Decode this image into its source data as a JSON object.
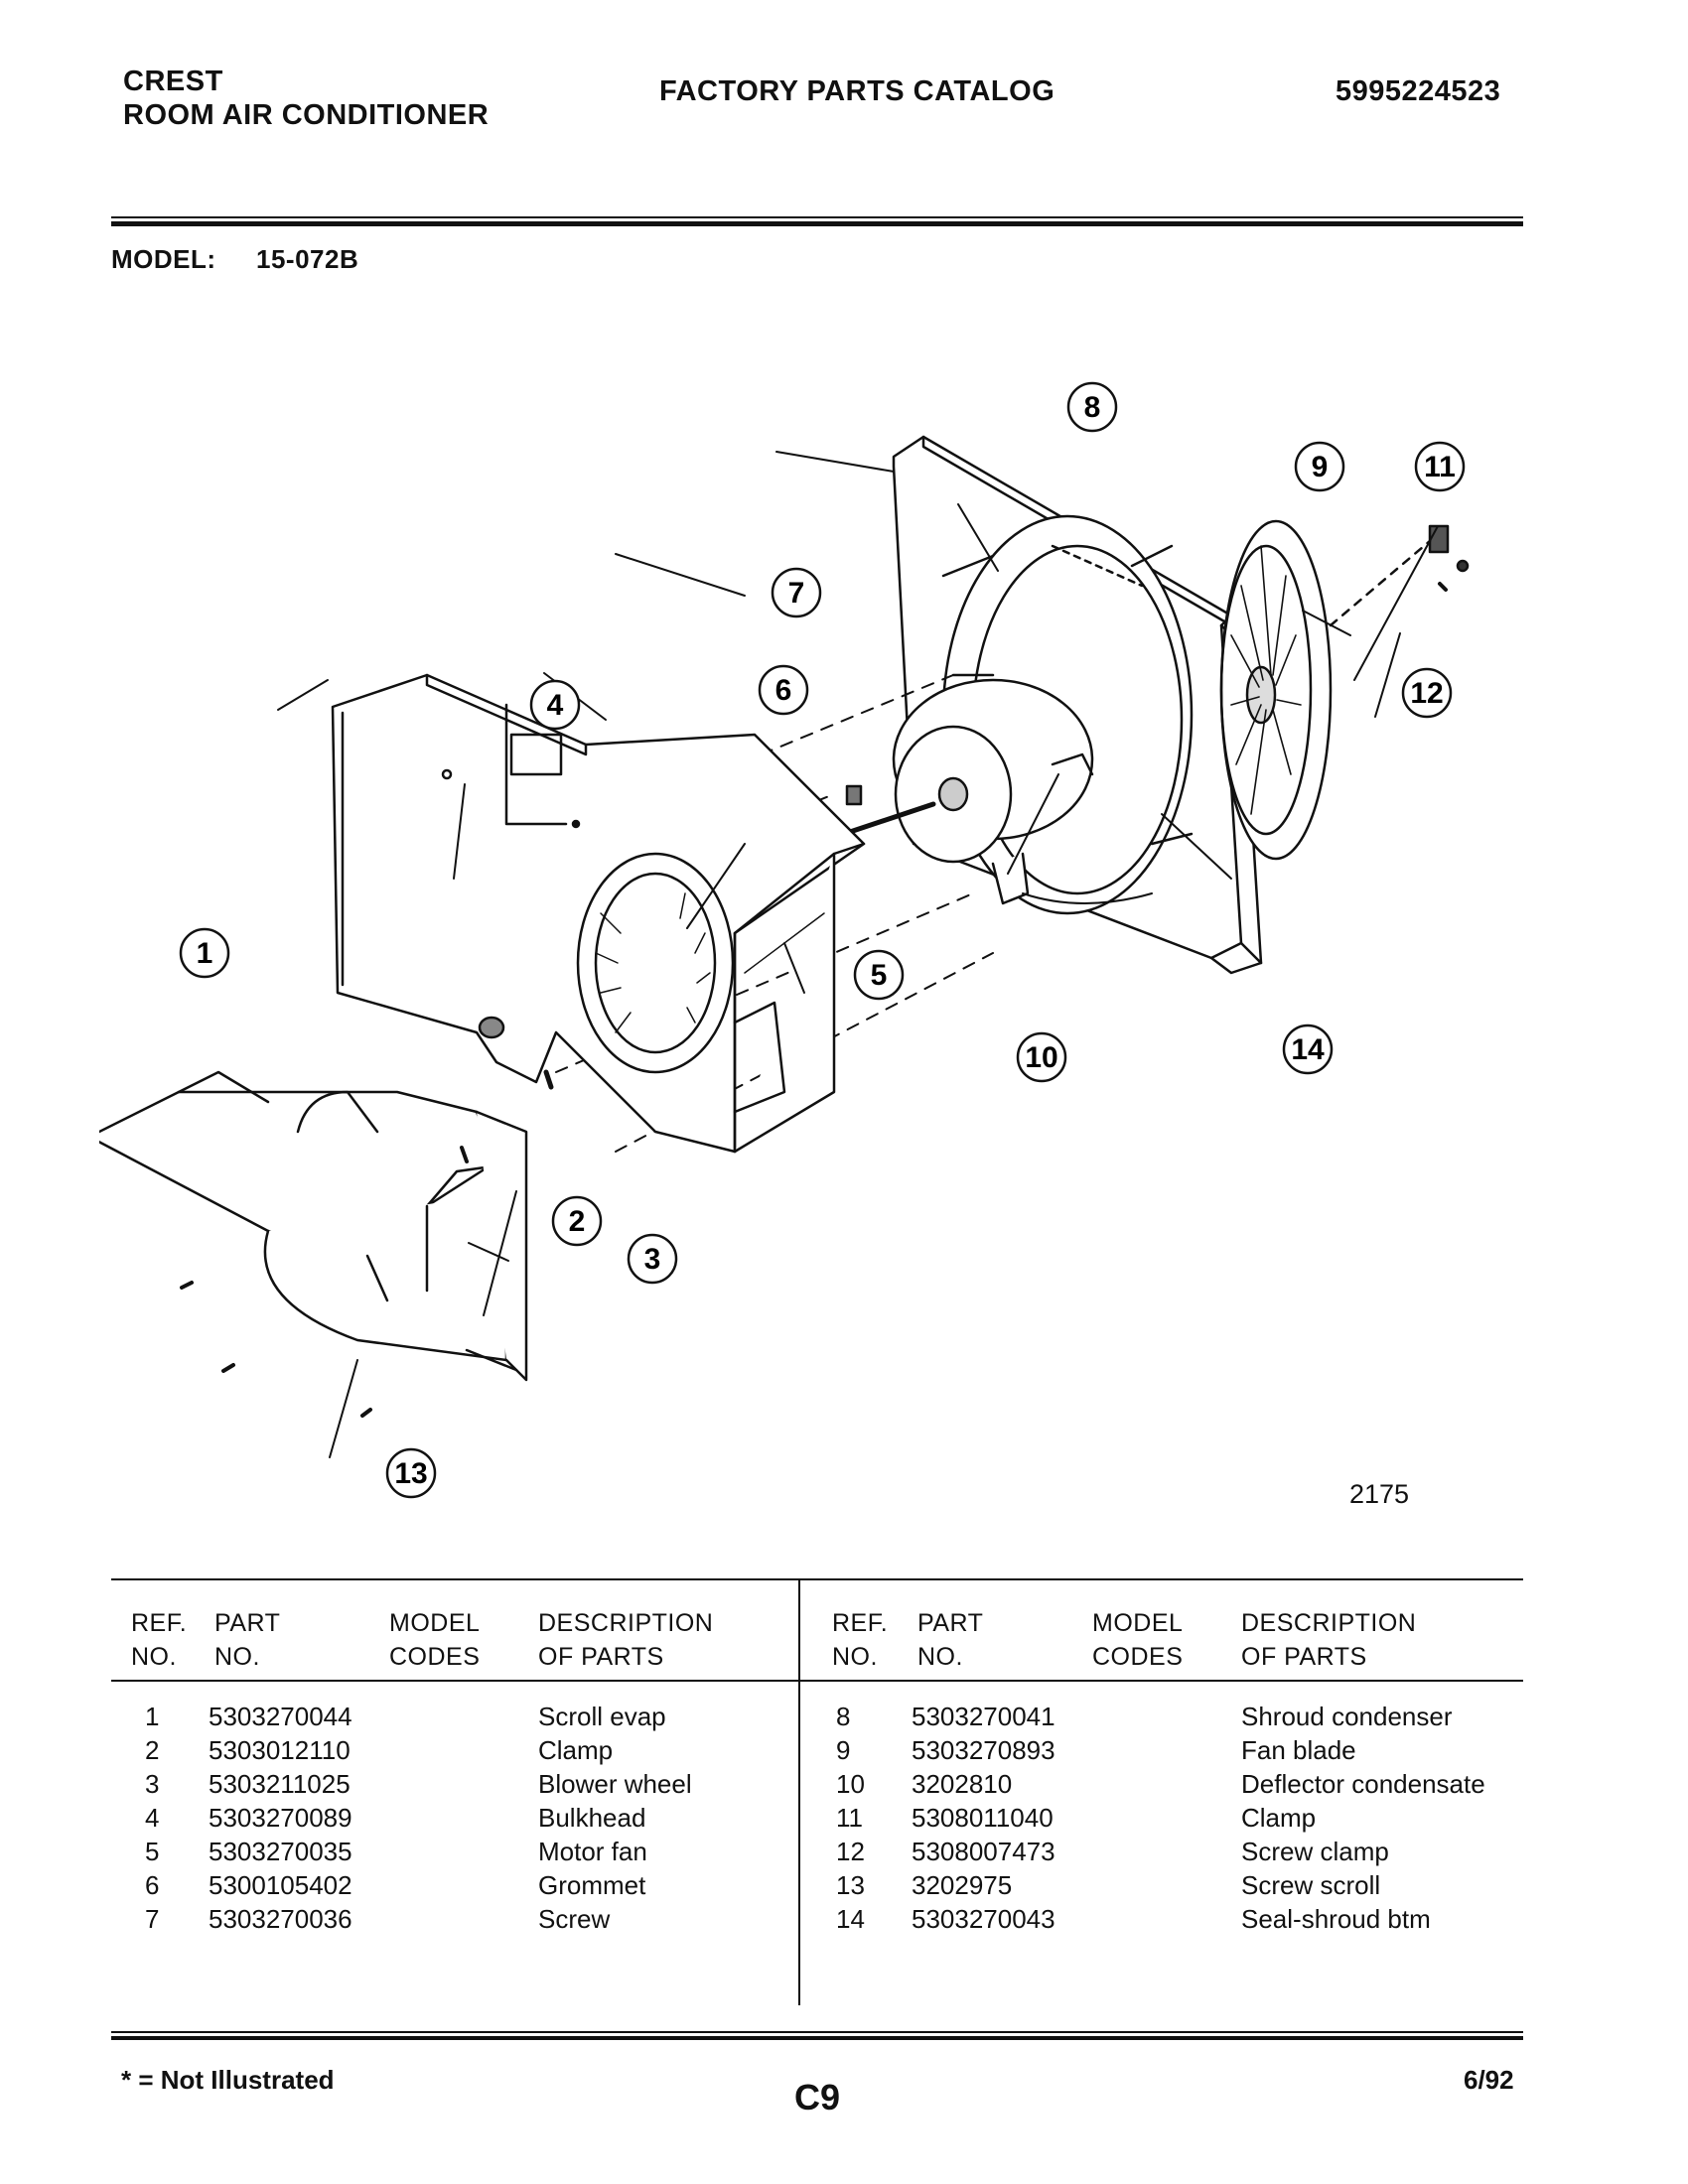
{
  "header": {
    "brand": "CREST",
    "product": "ROOM AIR CONDITIONER",
    "catalog_title": "FACTORY PARTS CATALOG",
    "catalog_number": "5995224523"
  },
  "model": {
    "label": "MODEL:",
    "value": "15-072B"
  },
  "diagram": {
    "figure_number": "2175",
    "callouts": [
      "1",
      "2",
      "3",
      "4",
      "5",
      "6",
      "7",
      "8",
      "9",
      "10",
      "11",
      "12",
      "13",
      "14"
    ]
  },
  "table": {
    "headers": {
      "ref_line1": "REF.",
      "ref_line2": "NO.",
      "part_line1": "PART",
      "part_line2": "NO.",
      "model_line1": "MODEL",
      "model_line2": "CODES",
      "desc_line1": "DESCRIPTION",
      "desc_line2": "OF PARTS"
    },
    "left_rows": [
      {
        "ref": "1",
        "part": "5303270044",
        "code": "",
        "desc": "Scroll evap"
      },
      {
        "ref": "2",
        "part": "5303012110",
        "code": "",
        "desc": "Clamp"
      },
      {
        "ref": "3",
        "part": "5303211025",
        "code": "",
        "desc": "Blower wheel"
      },
      {
        "ref": "4",
        "part": "5303270089",
        "code": "",
        "desc": "Bulkhead"
      },
      {
        "ref": "5",
        "part": "5303270035",
        "code": "",
        "desc": "Motor fan"
      },
      {
        "ref": "6",
        "part": "5300105402",
        "code": "",
        "desc": "Grommet"
      },
      {
        "ref": "7",
        "part": "5303270036",
        "code": "",
        "desc": "Screw"
      }
    ],
    "right_rows": [
      {
        "ref": "8",
        "part": "5303270041",
        "code": "",
        "desc": "Shroud condenser"
      },
      {
        "ref": "9",
        "part": "5303270893",
        "code": "",
        "desc": "Fan blade"
      },
      {
        "ref": "10",
        "part": "3202810",
        "code": "",
        "desc": "Deflector condensate"
      },
      {
        "ref": "11",
        "part": "5308011040",
        "code": "",
        "desc": "Clamp"
      },
      {
        "ref": "12",
        "part": "5308007473",
        "code": "",
        "desc": "Screw clamp"
      },
      {
        "ref": "13",
        "part": "3202975",
        "code": "",
        "desc": "Screw scroll"
      },
      {
        "ref": "14",
        "part": "5303270043",
        "code": "",
        "desc": "Seal-shroud btm"
      }
    ]
  },
  "footer": {
    "note": "* = Not Illustrated",
    "page": "C9",
    "date": "6/92"
  }
}
